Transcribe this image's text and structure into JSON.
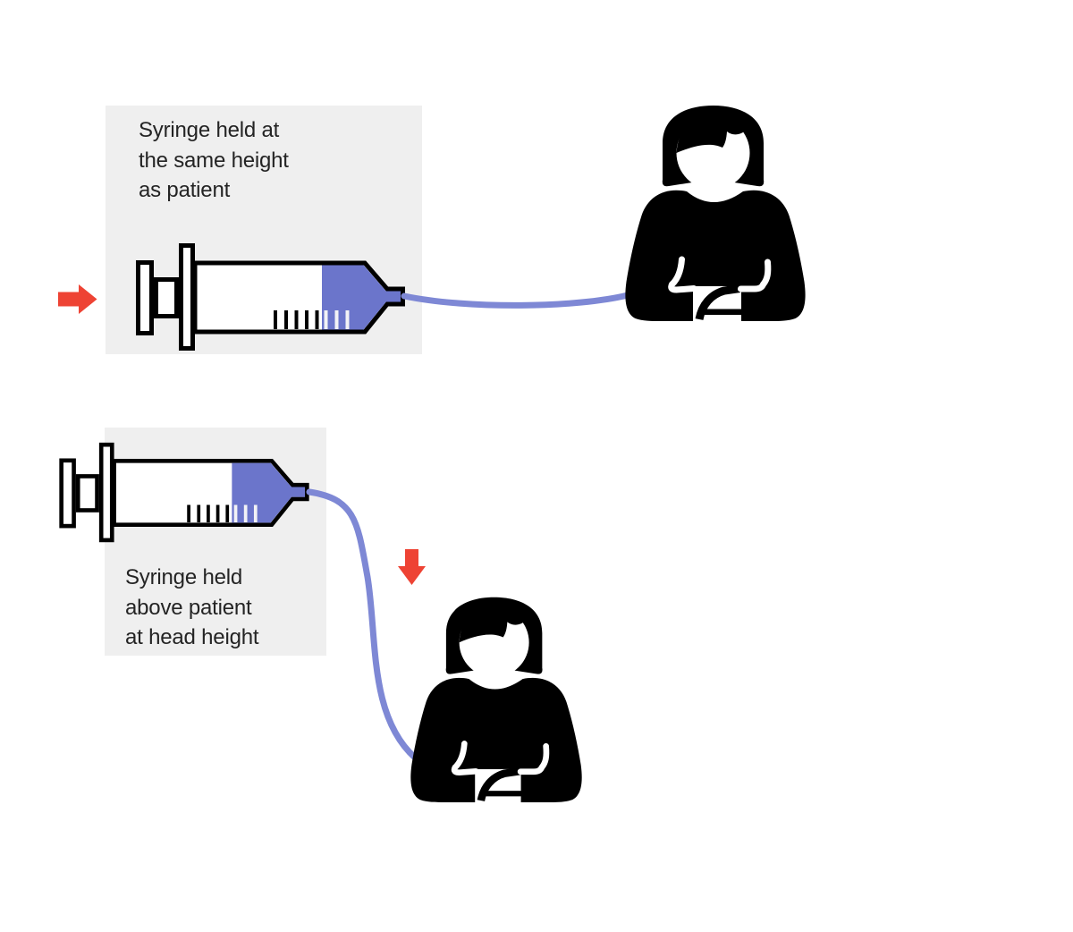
{
  "diagram": {
    "panels": [
      {
        "caption": "Syringe held at the same height as patient",
        "caption_lines": [
          "Syringe held at",
          "the same height",
          "as patient"
        ],
        "arrow": "right"
      },
      {
        "caption": "Syringe held above patient at head height",
        "caption_lines": [
          "Syringe held",
          "above patient",
          "at head height"
        ],
        "arrow": "down"
      }
    ]
  },
  "colors": {
    "ink": "#000000",
    "liquid": "#6b75cb",
    "tube": "#7e88d5",
    "red": "#ee4334",
    "box": "#efefef",
    "text": "#242424"
  },
  "icons": [
    "syringe-icon",
    "patient-icon",
    "flow-tube",
    "right-arrow-icon",
    "down-arrow-icon"
  ]
}
